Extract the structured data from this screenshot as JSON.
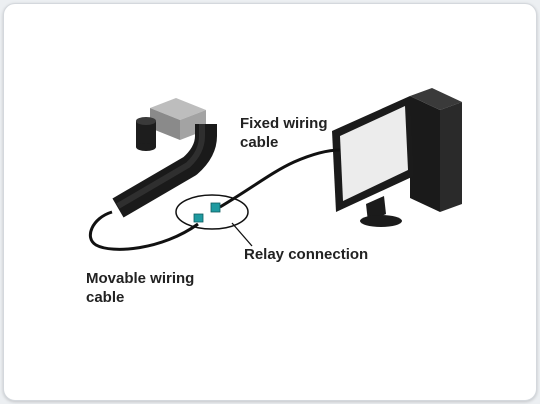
{
  "labels": {
    "fixed_line1": "Fixed wiring",
    "fixed_line2": "cable",
    "relay": "Relay connection",
    "movable_line1": "Movable wiring",
    "movable_line2": "cable"
  },
  "icons": {
    "camera": "camera-icon",
    "monitor": "monitor-icon",
    "computer_tower": "computer-tower-icon",
    "cable_carrier": "cable-carrier-icon",
    "connector": "connector-icon"
  },
  "colors": {
    "background": "#ffffff",
    "cable": "#111111",
    "connector": "#1f9aa0",
    "monitor_screen": "#ececec",
    "label_text": "#222222"
  }
}
